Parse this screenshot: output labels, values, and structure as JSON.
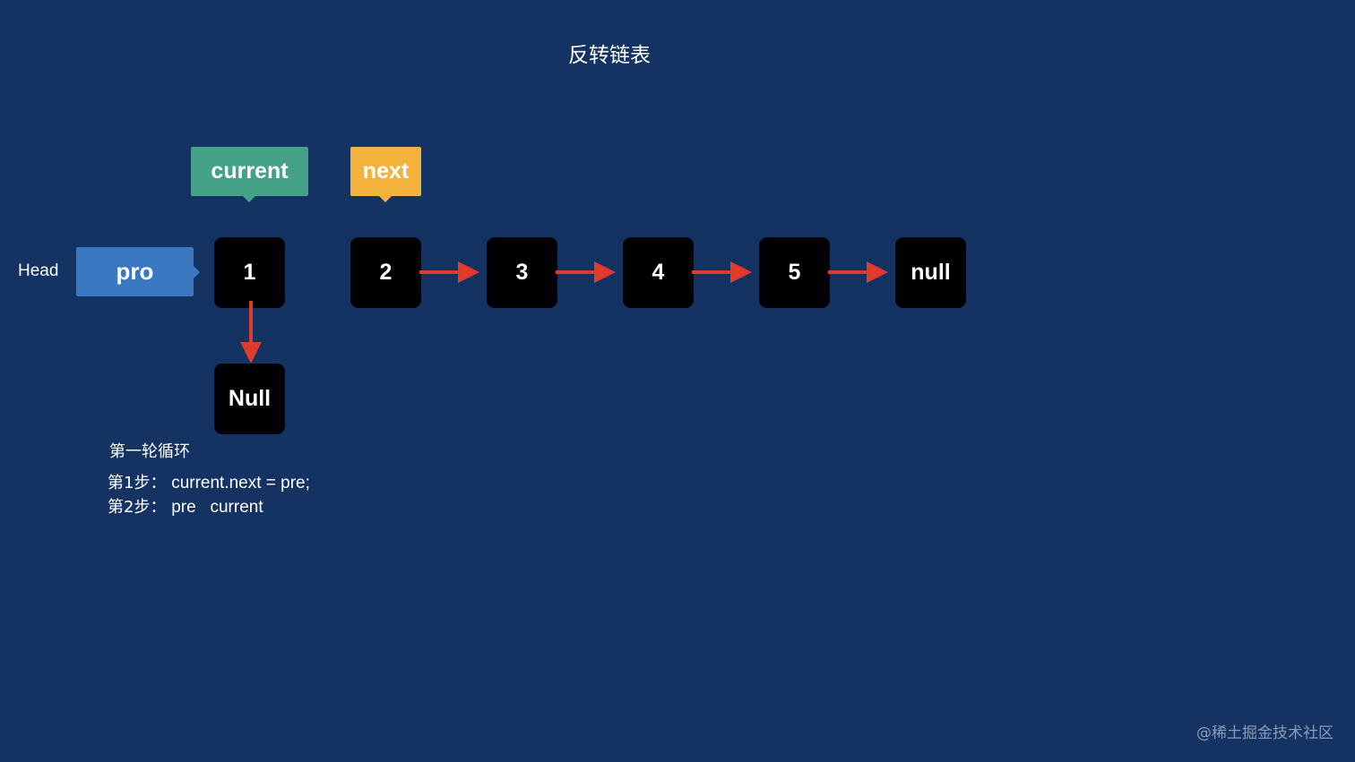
{
  "title": "反转链表",
  "labels": {
    "head": "Head",
    "pro": "pro",
    "current": "current",
    "next": "next"
  },
  "nodes": {
    "n1": "1",
    "n2": "2",
    "n3": "3",
    "n4": "4",
    "n5": "5",
    "null_end": "null",
    "null_below": "Null"
  },
  "caption": {
    "heading": "第一轮循环",
    "step1_label": "第1步：",
    "step1_code": "current.next = pre;",
    "step2_label": "第2步：",
    "step2_code": "pre   current"
  },
  "watermark": "@稀土掘金技术社区",
  "colors": {
    "background": "#143262",
    "node": "#000000",
    "arrow": "#e03a2c",
    "current_tag": "#44a286",
    "next_tag": "#f2b23c",
    "pro_tag": "#3a78c2"
  }
}
